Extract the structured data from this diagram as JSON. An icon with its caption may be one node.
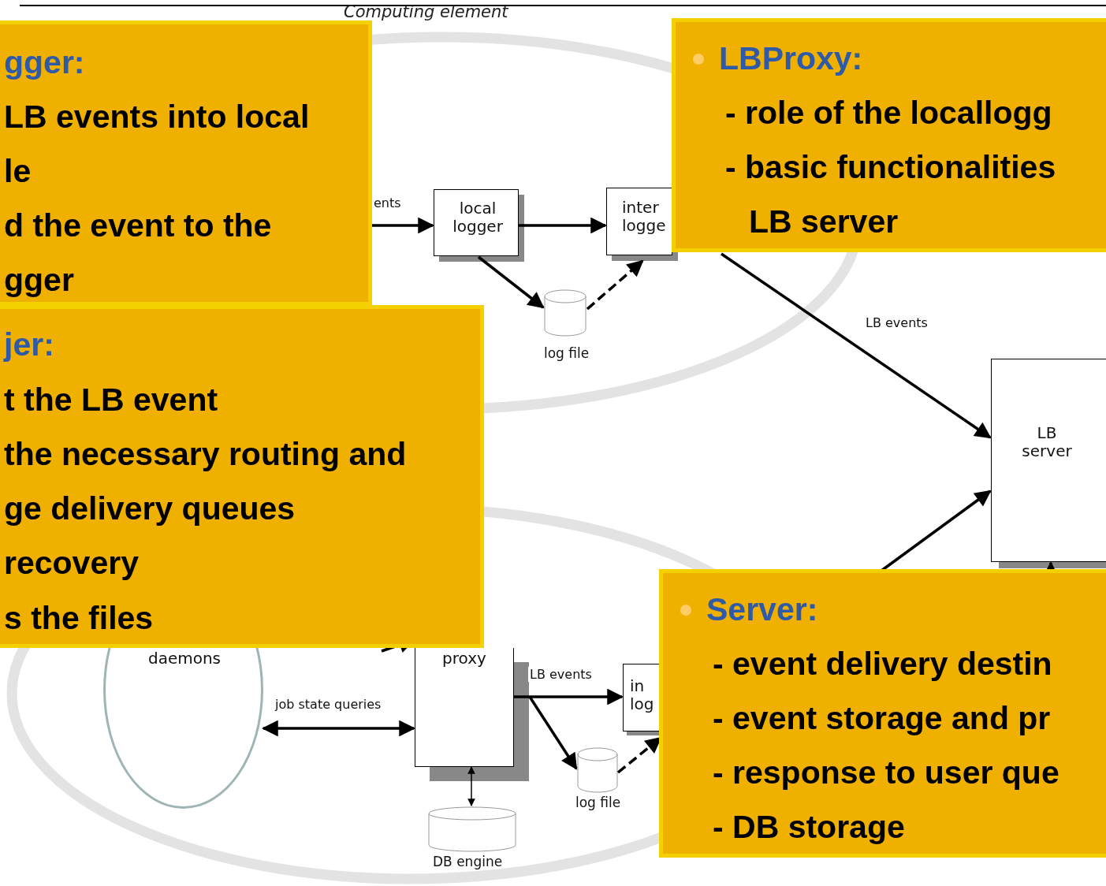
{
  "diagram": {
    "nodes": [
      {
        "text": [
          "gger:",
          "LB events into local",
          "le",
          "d the event to the",
          "gger"
        ]
      },
      {
        "text": [
          "LBProxy:",
          "- role of the locallogg",
          "- basic functionalities",
          "LB server"
        ]
      },
      {
        "text": [
          "jer:",
          "t the LB event",
          "the necessary routing and",
          "ge delivery queues",
          "recovery",
          "s the files"
        ]
      },
      {
        "text": [
          "Server:",
          "- event delivery destin",
          "- event storage and pr",
          "- response to user que",
          "- DB storage"
        ]
      },
      {
        "text": [
          "local logger"
        ]
      },
      {
        "text": [
          "inter logge"
        ]
      },
      {
        "text": [],
        "shape": "cylinder",
        "beside": [
          "log file"
        ]
      },
      {
        "text": [
          "LB server"
        ]
      },
      {
        "text": [
          "daemons"
        ]
      },
      {
        "text": [
          "proxy"
        ]
      },
      {
        "text": [
          "in log"
        ]
      },
      {
        "text": [],
        "shape": "cylinder",
        "beside": [
          "log file"
        ]
      },
      {
        "text": [],
        "shape": "cylinder",
        "beside": [
          "DB engine"
        ]
      }
    ],
    "edges": [
      {
        "from": 0,
        "to": 4,
        "arrow": "to",
        "label": "ents"
      },
      {
        "from": 4,
        "to": 5,
        "arrow": "to"
      },
      {
        "from": 4,
        "to": 6,
        "arrow": "to"
      },
      {
        "from": 6,
        "to": 5,
        "arrow": "to",
        "style": "dashed"
      },
      {
        "from": 1,
        "to": 7,
        "arrow": "to",
        "label": "LB events"
      },
      {
        "from": 3,
        "to": 7,
        "arrow": "to"
      },
      {
        "from": 3,
        "to": 7,
        "arrow": "to"
      },
      {
        "from": 2,
        "to": 9,
        "arrow": "to"
      },
      {
        "from": 8,
        "to": 9,
        "arrow": "both",
        "label": "job state queries"
      },
      {
        "from": 9,
        "to": 10,
        "arrow": "to",
        "label": "LB events"
      },
      {
        "from": 9,
        "to": 11,
        "arrow": "to"
      },
      {
        "from": 11,
        "to": 10,
        "arrow": "to",
        "style": "dashed"
      },
      {
        "from": 9,
        "to": 12,
        "arrow": "both"
      }
    ],
    "labels": [
      "Computing element"
    ]
  }
}
